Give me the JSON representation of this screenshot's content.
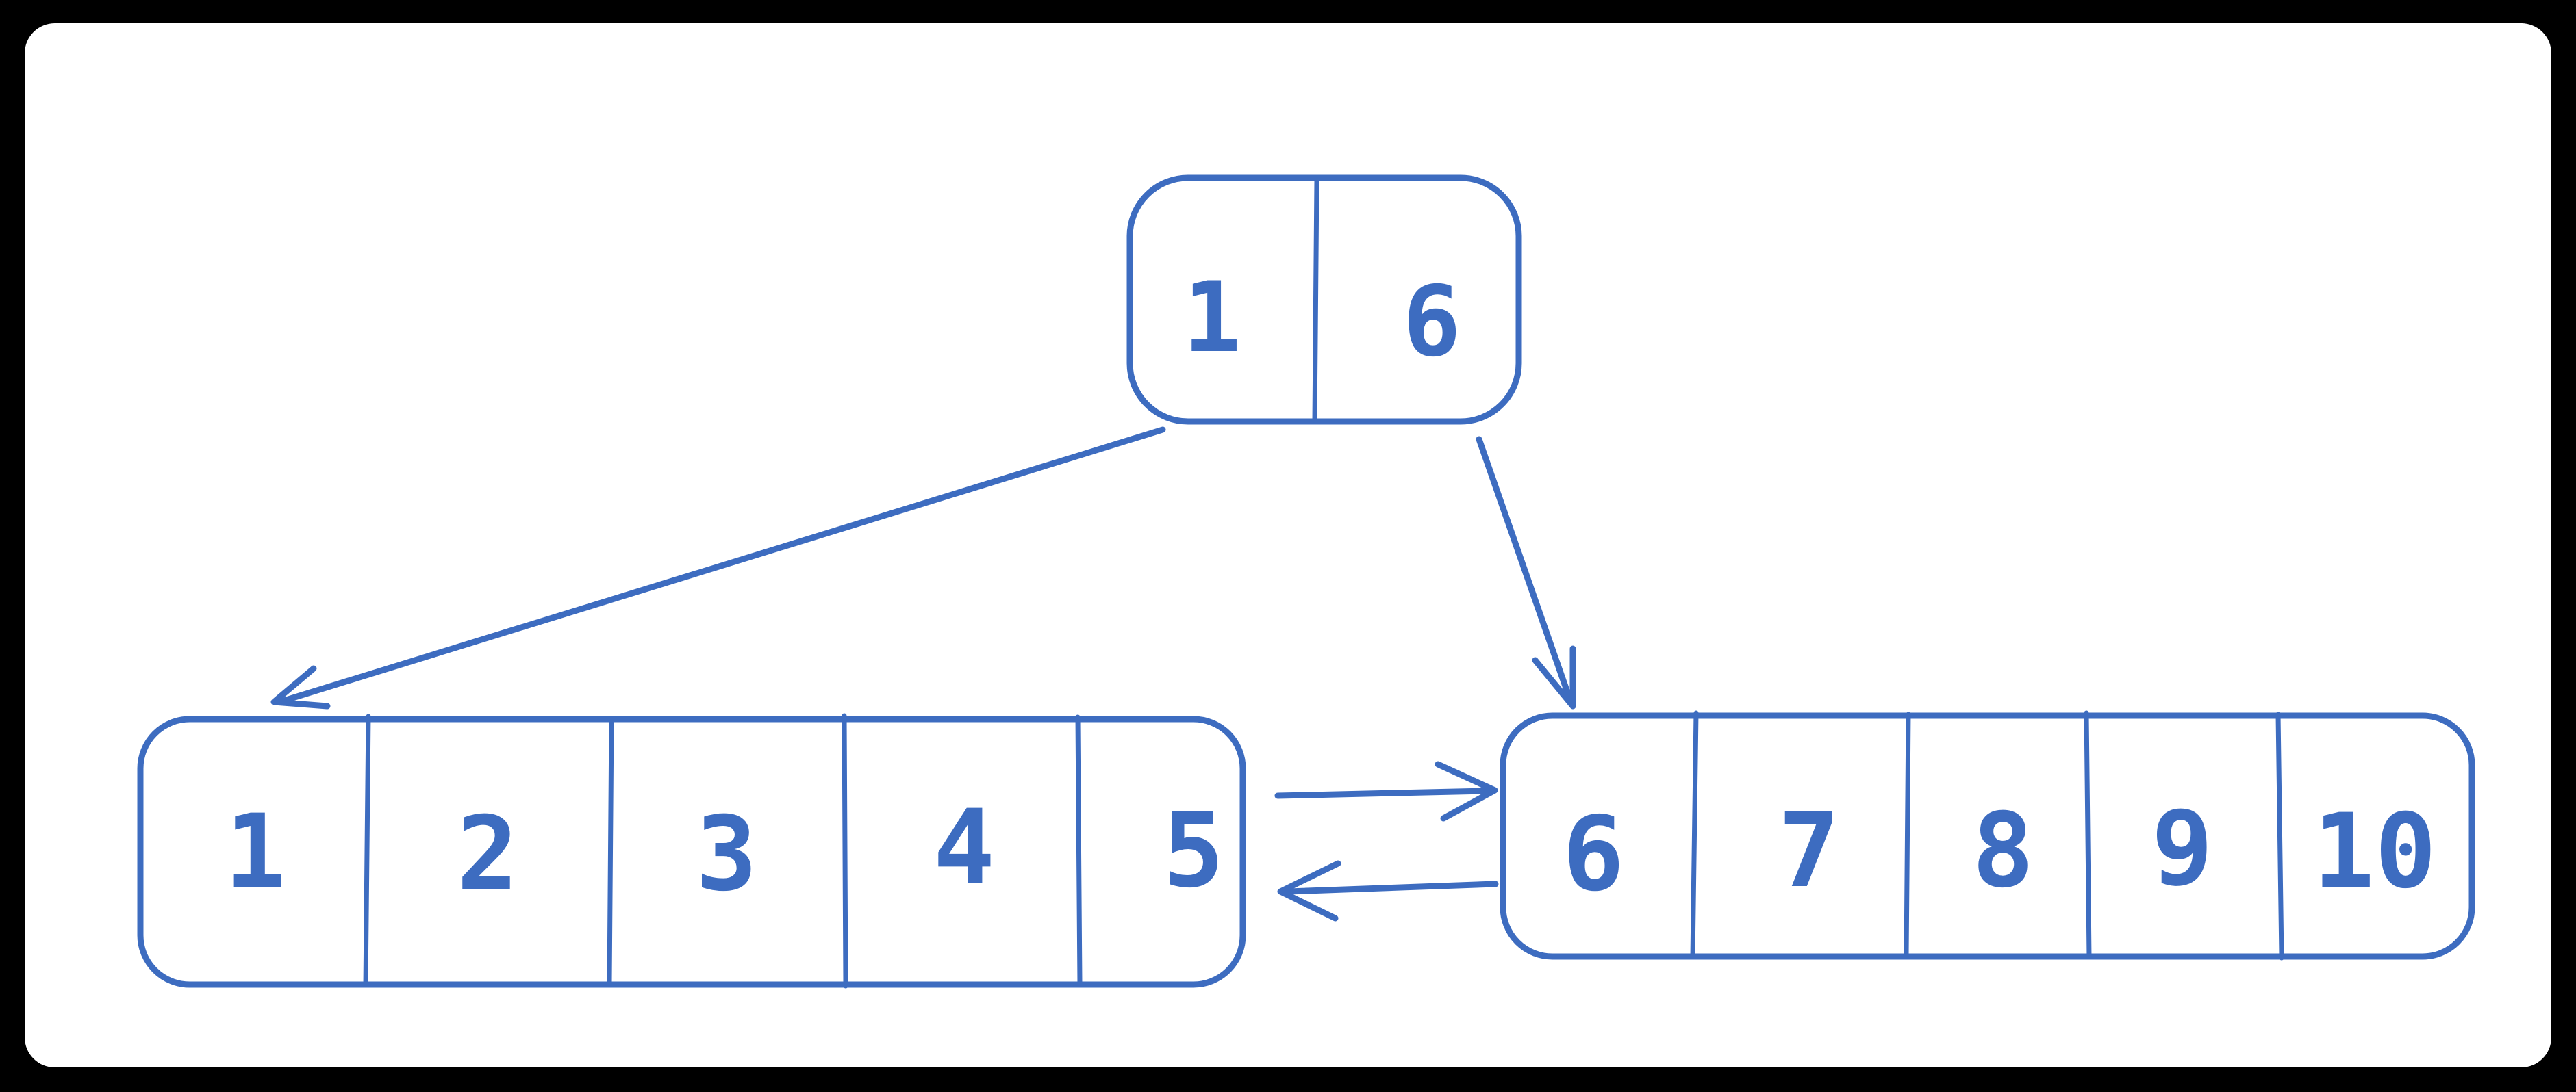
{
  "colors": {
    "accent": "#3D6CC0",
    "canvas": "#FFFFFF",
    "frame": "#000000"
  },
  "diagram": {
    "kind": "b-plus-tree-sketch",
    "root": {
      "keys": [
        "1",
        "6"
      ]
    },
    "left_leaf": {
      "keys": [
        "1",
        "2",
        "3",
        "4",
        "5"
      ]
    },
    "right_leaf": {
      "keys": [
        "6",
        "7",
        "8",
        "9",
        "10"
      ]
    },
    "edges": [
      {
        "id": "root-to-left-leaf",
        "from": "root",
        "to": "left_leaf",
        "style": "arrow"
      },
      {
        "id": "root-to-right-leaf",
        "from": "root",
        "to": "right_leaf",
        "style": "arrow"
      },
      {
        "id": "left-leaf-to-right-leaf",
        "from": "left_leaf",
        "to": "right_leaf",
        "style": "arrow"
      },
      {
        "id": "right-leaf-to-left-leaf",
        "from": "right_leaf",
        "to": "left_leaf",
        "style": "arrow"
      }
    ]
  }
}
